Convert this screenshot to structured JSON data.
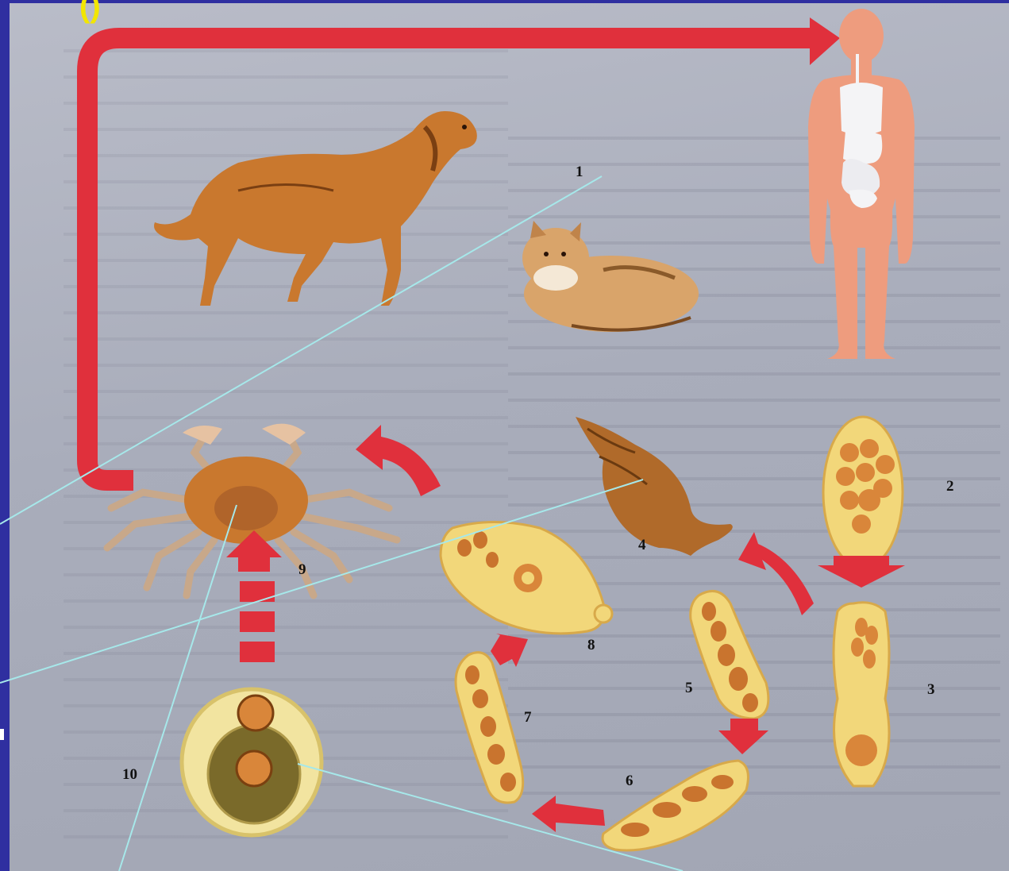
{
  "labels": {
    "l1": "1",
    "l2": "2",
    "l3": "3",
    "l4": "4",
    "l5": "5",
    "l6": "6",
    "l7": "7",
    "l8": "8",
    "l9": "9",
    "l10": "10"
  },
  "colors": {
    "arrow": "#e0303c",
    "body": "#ee9c7e",
    "organ": "#f4f4f6",
    "animal": "#c9782e",
    "larva": "#f2d77a",
    "cell": "#d9863a",
    "pointer": "#a6e8ea",
    "background": "#2f2fa0"
  }
}
